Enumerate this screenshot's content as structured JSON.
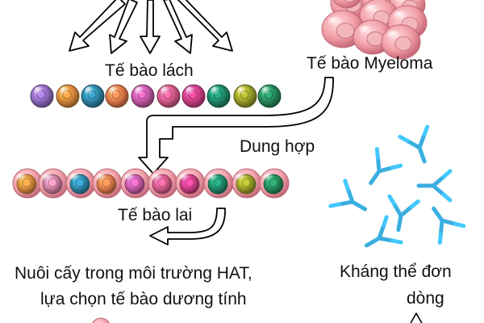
{
  "labels": {
    "spleen_cells": "Tế bào lách",
    "myeloma_cells": "Tế bào Myeloma",
    "fusion": "Dung hợp",
    "hybrid_cells": "Tế bào lai",
    "culture_line1": "Nuôi cấy trong môi trường HAT,",
    "culture_line2": "lựa chọn tế bào dương tính",
    "antibody_line1": "Kháng thể đơn",
    "antibody_line2": "dòng"
  },
  "colors": {
    "spleen_cell_row": [
      "#8f6bc0",
      "#d98a3c",
      "#2f86a8",
      "#e07a4a",
      "#c85aa8",
      "#d65a8a",
      "#cf3f86",
      "#1f8a6a",
      "#9a9f2a",
      "#268a5c"
    ],
    "hybrid_nucleus_row": [
      "#d98a3c",
      "#cf7fa0",
      "#2f86a8",
      "#e07a4a",
      "#c85aa8",
      "#d65a8a",
      "#cf3f86",
      "#1f8a6a",
      "#9a9f2a",
      "#268a5c"
    ],
    "myeloma_fill": "#f2a0a8",
    "hybrid_cytoplasm": "#f3a3ae",
    "antibody": "#3aaee0",
    "arrow_outline": "#000000"
  }
}
